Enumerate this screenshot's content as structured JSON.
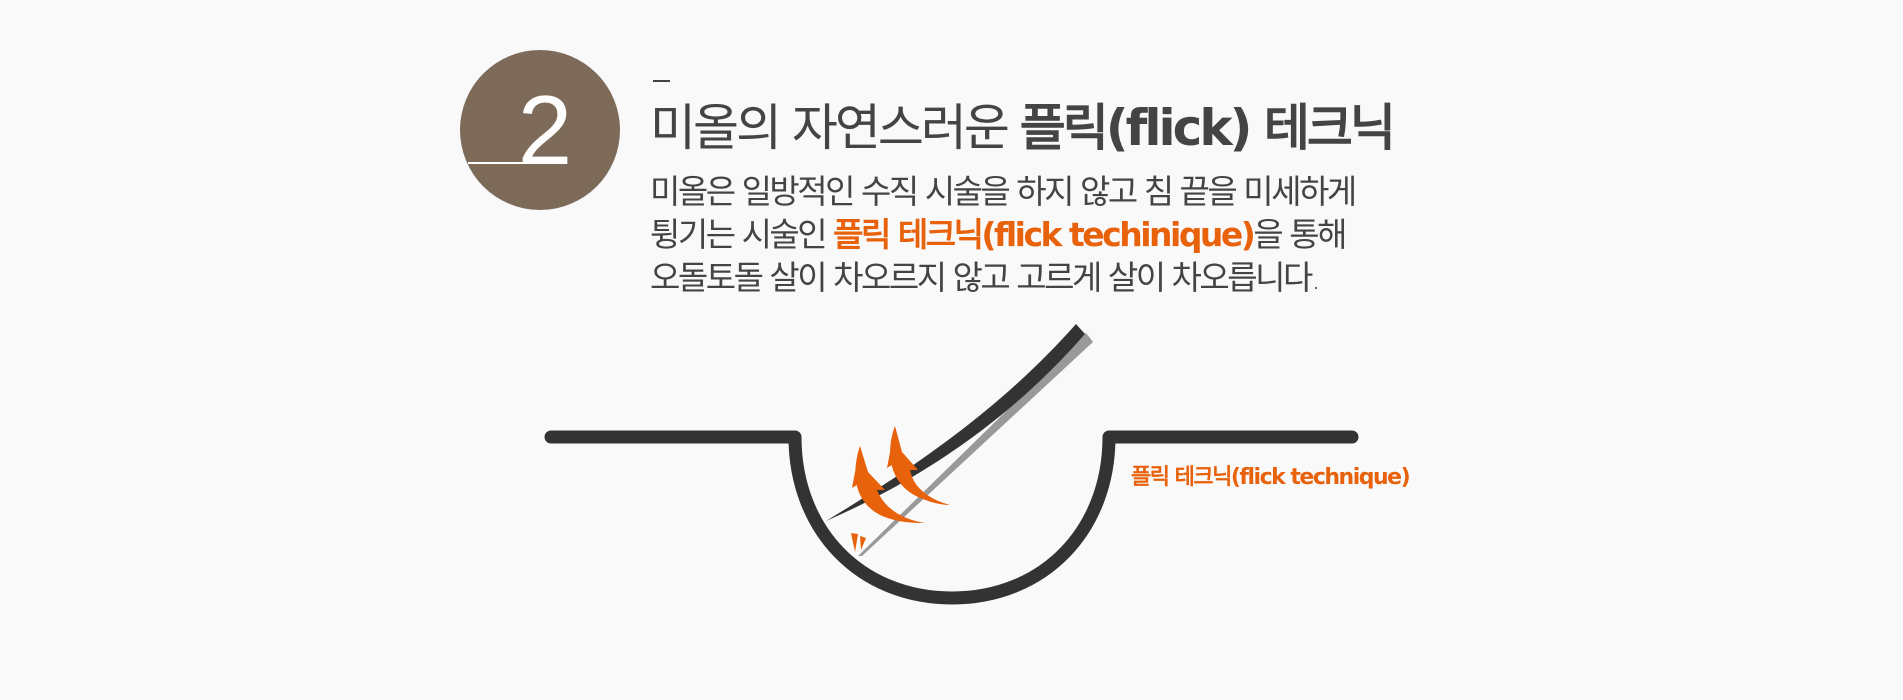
{
  "step": {
    "number": "2"
  },
  "title": {
    "normal": "미올의 자연스러운 ",
    "bold": "플릭(flick) 테크닉"
  },
  "description": {
    "line1": "미올은 일방적인 수직 시술을 하지 않고 침 끝을 미세하게",
    "line2_before": "튕기는 시술인 ",
    "line2_highlight": "플릭 테크닉(flick techinique)",
    "line2_after": "을 통해",
    "line3": "오돌토돌 살이 차오르지 않고 고르게 살이 차오릅니다."
  },
  "diagram": {
    "label": "플릭 테크닉(flick technique)"
  },
  "colors": {
    "accent": "#e8620c",
    "badge": "#7d6a59",
    "text": "#444444",
    "background": "#f9f9f9"
  }
}
